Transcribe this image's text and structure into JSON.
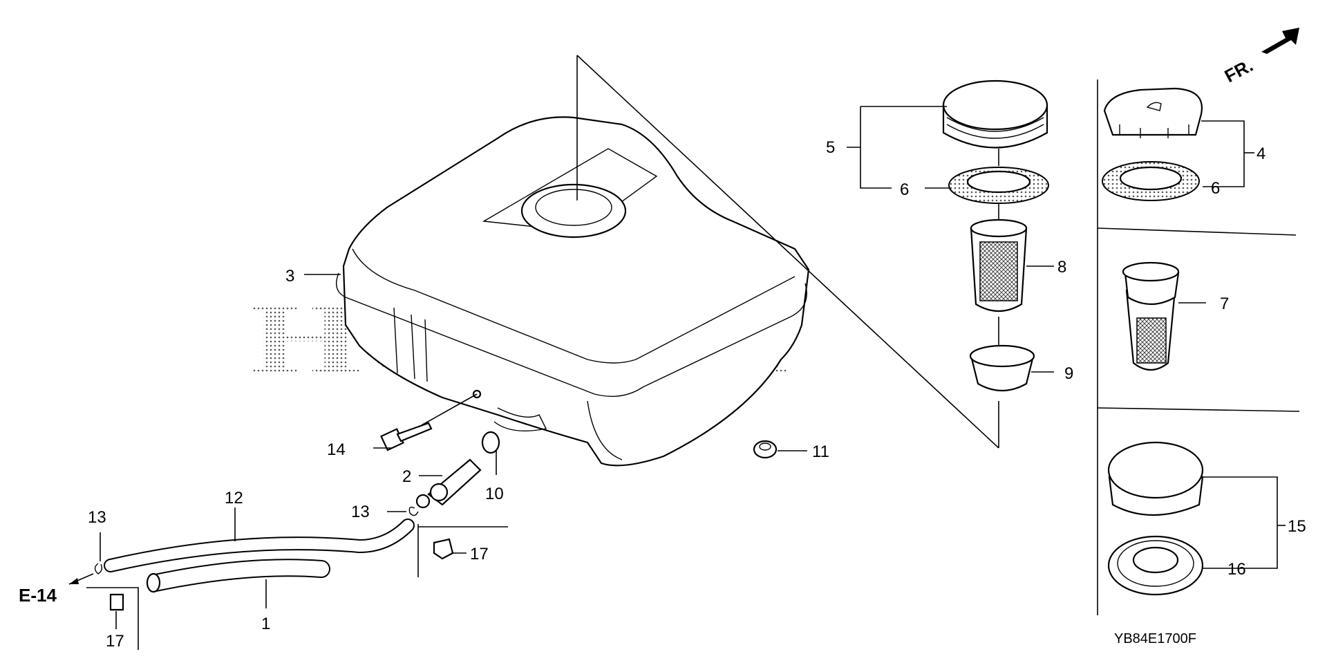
{
  "diagram": {
    "code": "YB84E1700F",
    "direction": "FR.",
    "ref": "E-14",
    "watermark": "HONDA",
    "callouts": {
      "c1": "1",
      "c2": "2",
      "c3": "3",
      "c4": "4",
      "c5": "5",
      "c6a": "6",
      "c6b": "6",
      "c7": "7",
      "c8": "8",
      "c9": "9",
      "c10": "10",
      "c11": "11",
      "c12": "12",
      "c13a": "13",
      "c13b": "13",
      "c14": "14",
      "c15": "15",
      "c16": "16",
      "c17a": "17",
      "c17b": "17"
    }
  }
}
